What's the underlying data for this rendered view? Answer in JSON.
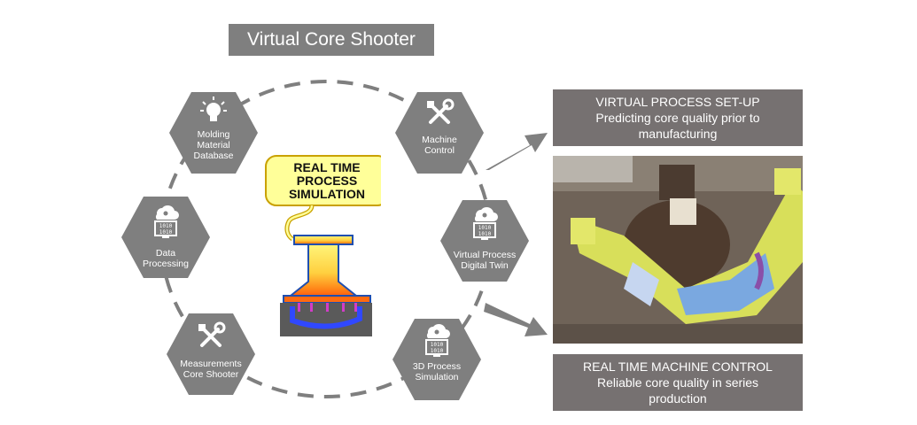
{
  "title": "Virtual Core Shooter",
  "hexagons": [
    {
      "id": "molding",
      "label_lines": [
        "Molding",
        "Material",
        "Database"
      ],
      "icon": "lightbulb-icon"
    },
    {
      "id": "machine",
      "label_lines": [
        "Machine",
        "Control"
      ],
      "icon": "tools-icon"
    },
    {
      "id": "data",
      "label_lines": [
        "Data",
        "Processing"
      ],
      "icon": "cloud-binary-monitor-icon"
    },
    {
      "id": "digital-twin",
      "label_lines": [
        "Virtual Process",
        "Digital Twin"
      ],
      "icon": "cloud-binary-monitor-icon"
    },
    {
      "id": "measurements",
      "label_lines": [
        "Measurements",
        "Core Shooter"
      ],
      "icon": "tools-icon"
    },
    {
      "id": "simulation",
      "label_lines": [
        "3D Process",
        "Simulation"
      ],
      "icon": "cloud-binary-monitor-icon"
    }
  ],
  "bubble": {
    "lines": [
      "REAL TIME",
      "PROCESS",
      "SIMULATION"
    ]
  },
  "panels": {
    "setup": {
      "title": "VIRTUAL PROCESS SET-UP",
      "subtitle_lines": [
        "Predicting core quality prior to",
        "manufacturing"
      ]
    },
    "control": {
      "title": "REAL TIME MACHINE CONTROL",
      "subtitle_lines": [
        "Reliable core quality in series",
        "production"
      ]
    }
  },
  "colors": {
    "hex": "#7f7f7f",
    "box": "#767171",
    "bubble": "#ffff99",
    "bubble_border": "#c9a100",
    "ring": "#7f7f7f"
  }
}
